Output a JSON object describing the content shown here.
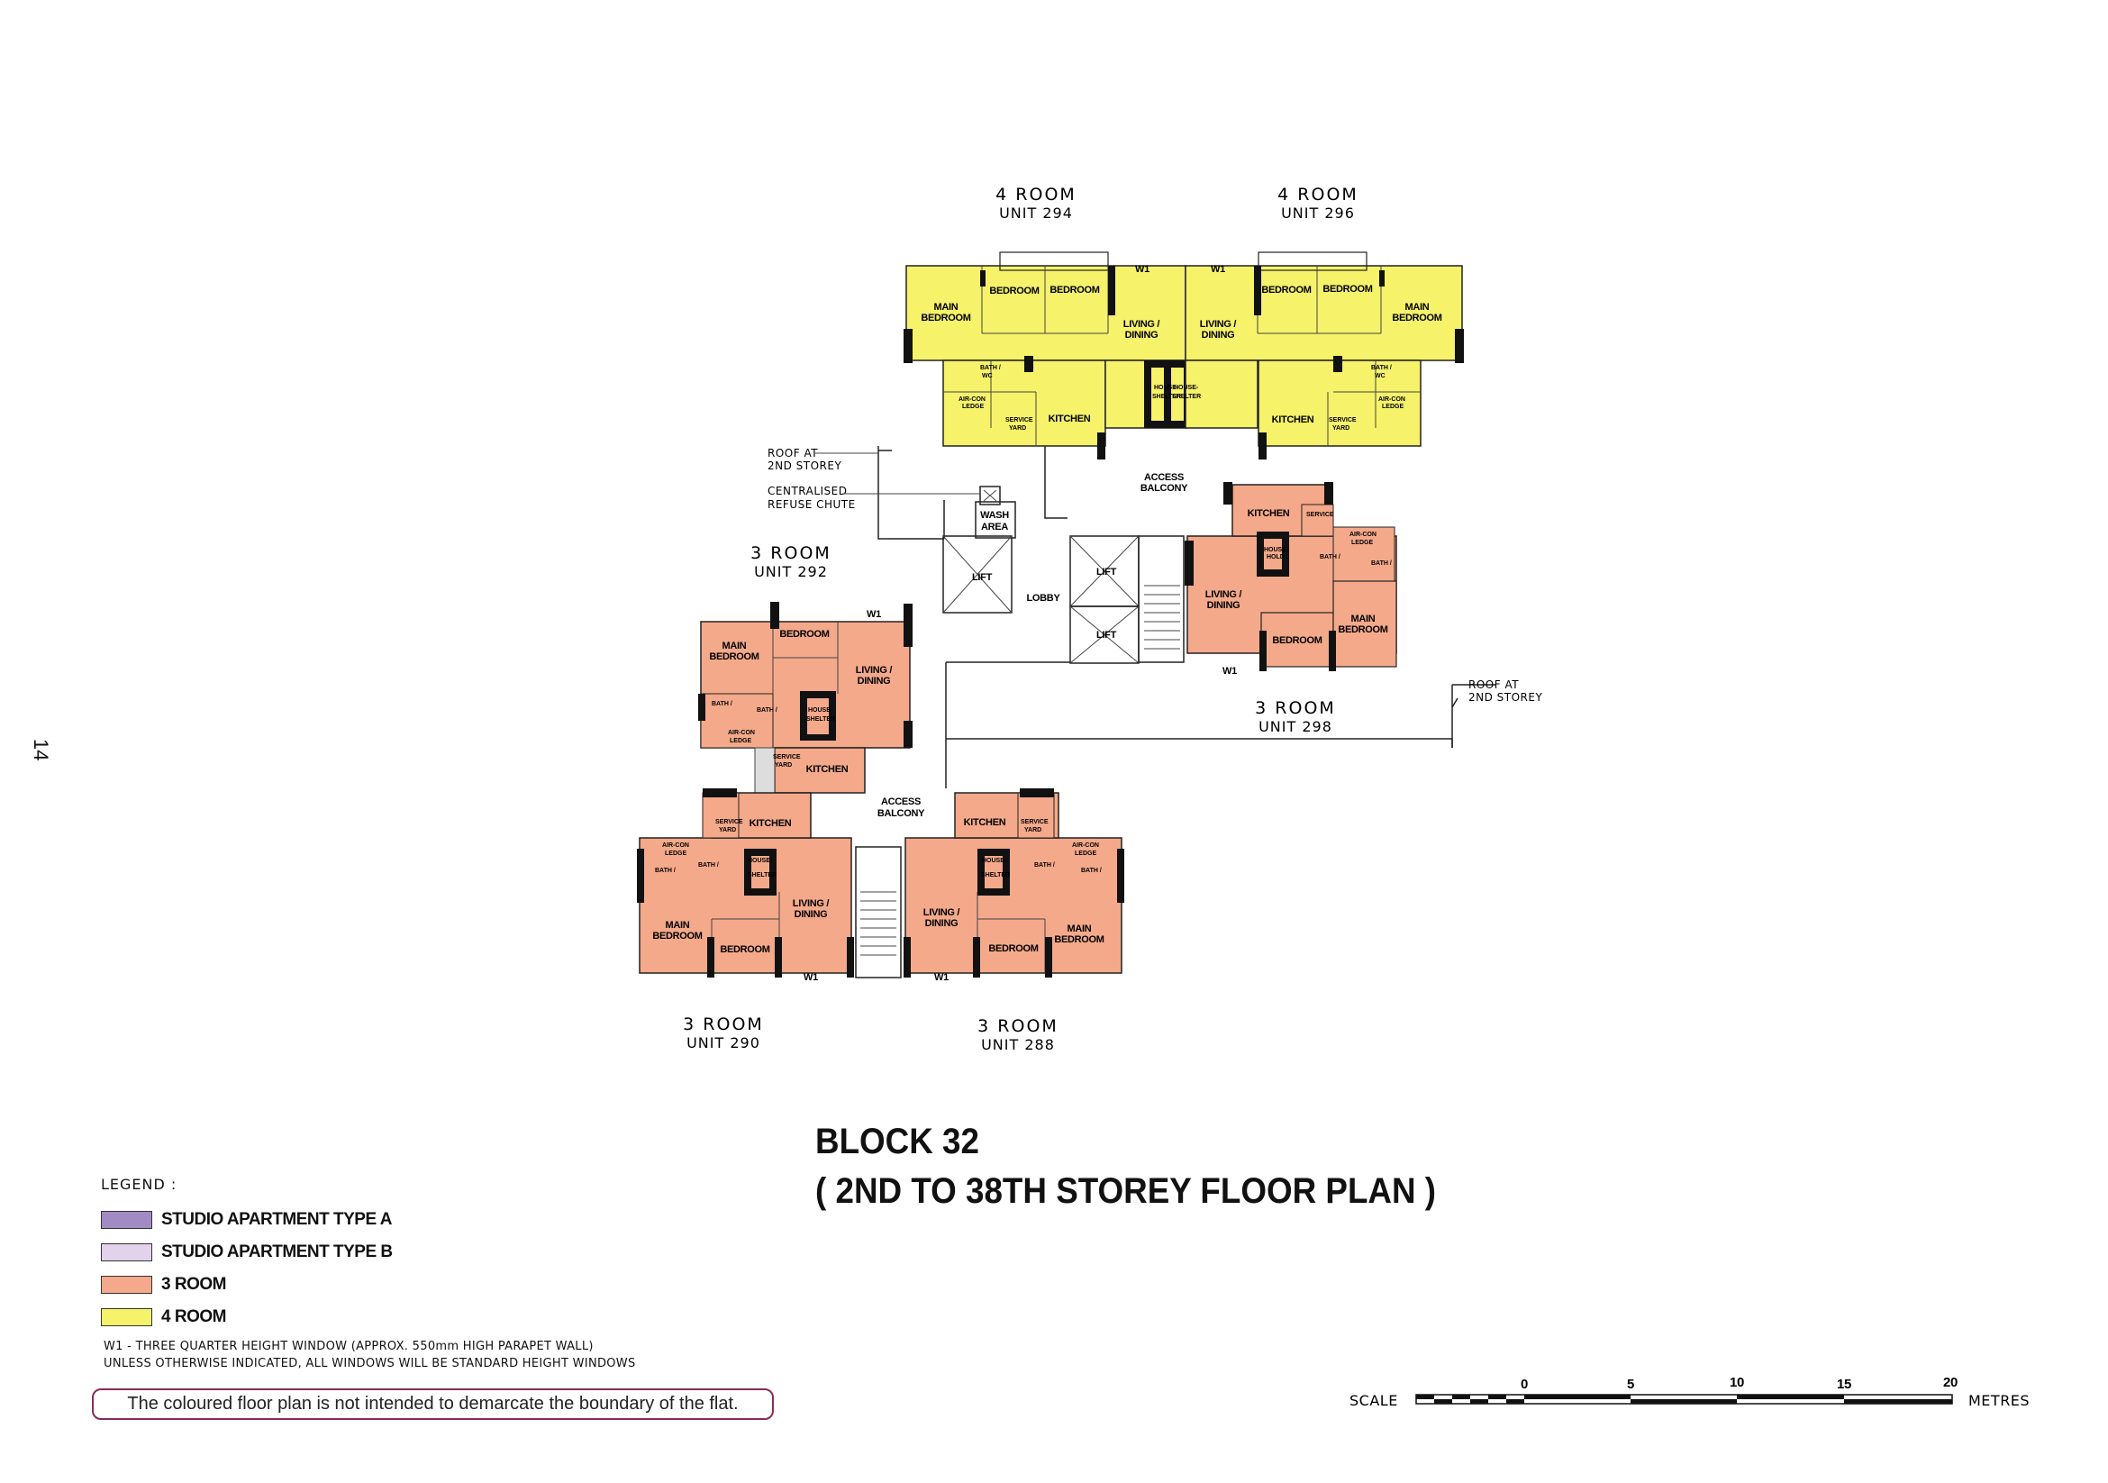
{
  "page_number": "14",
  "block": {
    "title": "BLOCK 32",
    "subtitle": "( 2ND TO 38TH STOREY FLOOR PLAN )"
  },
  "colors": {
    "studio_a": "#a28bc4",
    "studio_b": "#e2d2ec",
    "three_room": "#f4a98a",
    "four_room": "#f6f26a",
    "wall": "#111111"
  },
  "units": {
    "u294": {
      "type": "4 ROOM",
      "unit": "UNIT 294"
    },
    "u296": {
      "type": "4 ROOM",
      "unit": "UNIT 296"
    },
    "u292": {
      "type": "3 ROOM",
      "unit": "UNIT 292"
    },
    "u298": {
      "type": "3 ROOM",
      "unit": "UNIT 298"
    },
    "u290": {
      "type": "3 ROOM",
      "unit": "UNIT 290"
    },
    "u288": {
      "type": "3 ROOM",
      "unit": "UNIT 288"
    }
  },
  "rooms": {
    "bedroom": "BEDROOM",
    "main": "MAIN",
    "bedroom2": "BEDROOM",
    "living": "LIVING /",
    "dining": "DINING",
    "kitchen": "KITCHEN",
    "bath": "BATH /",
    "wc": "WC",
    "service": "SERVICE",
    "yard": "YARD",
    "aircon": "AIR-CON",
    "ledge": "LEDGE",
    "household": "HOUSE-",
    "hold": "HOLD",
    "shelter": "SHELTER",
    "lift": "LIFT",
    "lobby": "LOBBY",
    "wash": "WASH",
    "area": "AREA",
    "access": "ACCESS",
    "balcony": "BALCONY",
    "w1": "W1"
  },
  "annotations": {
    "roof_a": "ROOF AT",
    "roof_b": "2ND STOREY",
    "refuse_a": "CENTRALISED",
    "refuse_b": "REFUSE CHUTE"
  },
  "legend": {
    "heading": "LEGEND :",
    "items": [
      {
        "label": "STUDIO APARTMENT TYPE A",
        "color": "#a28bc4"
      },
      {
        "label": "STUDIO APARTMENT TYPE B",
        "color": "#e2d2ec"
      },
      {
        "label": "3 ROOM",
        "color": "#f4a98a"
      },
      {
        "label": "4 ROOM",
        "color": "#f6f26a"
      }
    ]
  },
  "notes": {
    "line1": "W1  - THREE QUARTER HEIGHT WINDOW (APPROX. 550mm HIGH PARAPET WALL)",
    "line2": "UNLESS OTHERWISE INDICATED, ALL WINDOWS WILL BE STANDARD HEIGHT WINDOWS"
  },
  "disclaimer": "The coloured floor plan is not intended to demarcate the boundary of the flat.",
  "scale": {
    "label": "SCALE",
    "ticks": [
      "0",
      "5",
      "10",
      "15",
      "20"
    ],
    "unit": "METRES"
  }
}
